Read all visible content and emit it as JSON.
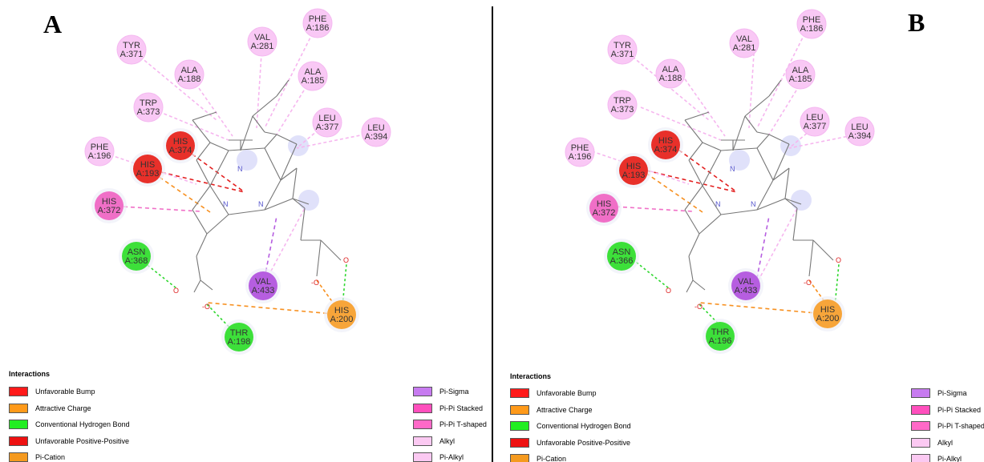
{
  "panels": [
    {
      "letter": "A",
      "residues": [
        {
          "name": "PHE",
          "id": "A:186",
          "color": "#f9c8f5"
        },
        {
          "name": "VAL",
          "id": "A:281",
          "color": "#f9c8f5"
        },
        {
          "name": "TYR",
          "id": "A:371",
          "color": "#f9c8f5"
        },
        {
          "name": "ALA",
          "id": "A:188",
          "color": "#f9c8f5"
        },
        {
          "name": "ALA",
          "id": "A:185",
          "color": "#f9c8f5"
        },
        {
          "name": "TRP",
          "id": "A:373",
          "color": "#f9c8f5"
        },
        {
          "name": "LEU",
          "id": "A:377",
          "color": "#f9c8f5"
        },
        {
          "name": "LEU",
          "id": "A:394",
          "color": "#f9c8f5"
        },
        {
          "name": "HIS",
          "id": "A:374",
          "color": "#e8302a"
        },
        {
          "name": "PHE",
          "id": "A:196",
          "color": "#f9c8f5"
        },
        {
          "name": "HIS",
          "id": "A:193",
          "color": "#e8302a"
        },
        {
          "name": "HIS",
          "id": "A:372",
          "color": "#f06fc7"
        },
        {
          "name": "ASN",
          "id": "A:368",
          "color": "#3de03a"
        },
        {
          "name": "VAL",
          "id": "A:433",
          "color": "#b65ee0"
        },
        {
          "name": "HIS",
          "id": "A:200",
          "color": "#f7a53a"
        },
        {
          "name": "THR",
          "id": "A:198",
          "color": "#3de03a"
        }
      ]
    },
    {
      "letter": "B",
      "residues": [
        {
          "name": "PHE",
          "id": "A:186",
          "color": "#f9c8f5"
        },
        {
          "name": "VAL",
          "id": "A:281",
          "color": "#f9c8f5"
        },
        {
          "name": "TYR",
          "id": "A:371",
          "color": "#f9c8f5"
        },
        {
          "name": "ALA",
          "id": "A:188",
          "color": "#f9c8f5"
        },
        {
          "name": "ALA",
          "id": "A:185",
          "color": "#f9c8f5"
        },
        {
          "name": "TRP",
          "id": "A:373",
          "color": "#f9c8f5"
        },
        {
          "name": "LEU",
          "id": "A:377",
          "color": "#f9c8f5"
        },
        {
          "name": "LEU",
          "id": "A:394",
          "color": "#f9c8f5"
        },
        {
          "name": "HIS",
          "id": "A:374",
          "color": "#e8302a"
        },
        {
          "name": "PHE",
          "id": "A:196",
          "color": "#f9c8f5"
        },
        {
          "name": "HIS",
          "id": "A:193",
          "color": "#e8302a"
        },
        {
          "name": "HIS",
          "id": "A:372",
          "color": "#f06fc7"
        },
        {
          "name": "ASN",
          "id": "A:366",
          "color": "#3de03a"
        },
        {
          "name": "VAL",
          "id": "A:433",
          "color": "#b65ee0"
        },
        {
          "name": "HIS",
          "id": "A:200",
          "color": "#f7a53a"
        },
        {
          "name": "THR",
          "id": "A:196",
          "color": "#3de03a"
        }
      ]
    }
  ],
  "atom_labels": {
    "n": "N",
    "o": "O",
    "o_minus": "-O",
    "o_minus_right": "O-"
  },
  "legend": {
    "title": "Interactions",
    "items": [
      {
        "label": "Unfavorable Bump",
        "color": "#ff1a1a"
      },
      {
        "label": "Attractive Charge",
        "color": "#ff9a1a"
      },
      {
        "label": "Conventional Hydrogen Bond",
        "color": "#22ee22"
      },
      {
        "label": "Unfavorable Positive-Positive",
        "color": "#ee1111"
      },
      {
        "label": "Pi-Cation",
        "color": "#f59a1f"
      },
      {
        "label": "Pi-Sigma",
        "color": "#c77bf0"
      },
      {
        "label": "Pi-Pi Stacked",
        "color": "#ff4fbd"
      },
      {
        "label": "Pi-Pi T-shaped",
        "color": "#ff69c8"
      },
      {
        "label": "Alkyl",
        "color": "#fbc9f2"
      },
      {
        "label": "Pi-Alkyl",
        "color": "#fbc9f2"
      }
    ]
  }
}
